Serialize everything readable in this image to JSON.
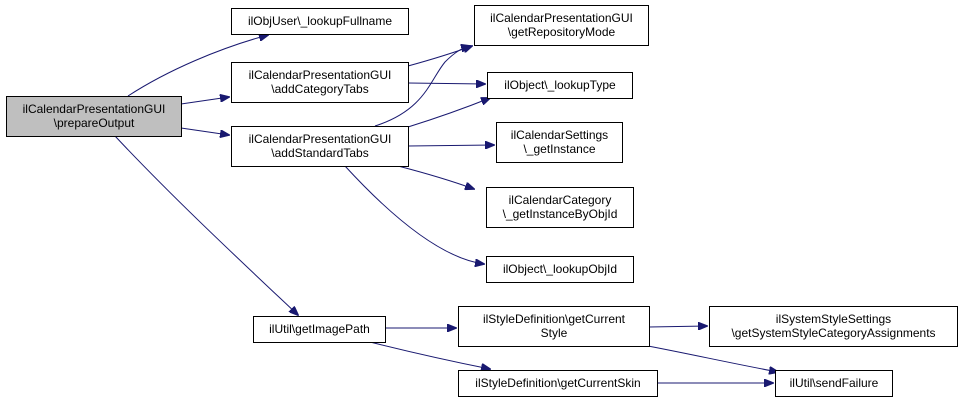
{
  "nodes": {
    "prepareOutput": {
      "lines": [
        "ilCalendarPresentationGUI",
        "\\prepareOutput"
      ],
      "root": true
    },
    "lookupFullname": {
      "lines": [
        "ilObjUser\\_lookupFullname"
      ]
    },
    "addCategoryTabs": {
      "lines": [
        "ilCalendarPresentationGUI",
        "\\addCategoryTabs"
      ]
    },
    "addStandardTabs": {
      "lines": [
        "ilCalendarPresentationGUI",
        "\\addStandardTabs"
      ]
    },
    "getRepositoryMode": {
      "lines": [
        "ilCalendarPresentationGUI",
        "\\getRepositoryMode"
      ]
    },
    "lookupType": {
      "lines": [
        "ilObject\\_lookupType"
      ]
    },
    "calSettingsGetInstance": {
      "lines": [
        "ilCalendarSettings",
        "\\_getInstance"
      ]
    },
    "getInstanceByObjId": {
      "lines": [
        "ilCalendarCategory",
        "\\_getInstanceByObjId"
      ]
    },
    "lookupObjId": {
      "lines": [
        "ilObject\\_lookupObjId"
      ]
    },
    "getImagePath": {
      "lines": [
        "ilUtil\\getImagePath"
      ]
    },
    "getCurrentStyle": {
      "lines": [
        "ilStyleDefinition\\getCurrent",
        "Style"
      ]
    },
    "getSystemStyleCategoryAssignments": {
      "lines": [
        "ilSystemStyleSettings",
        "\\getSystemStyleCategoryAssignments"
      ]
    },
    "getCurrentSkin": {
      "lines": [
        "ilStyleDefinition\\getCurrentSkin"
      ]
    },
    "sendFailure": {
      "lines": [
        "ilUtil\\sendFailure"
      ]
    }
  },
  "edges": [
    {
      "from": "prepareOutput",
      "to": "lookupFullname"
    },
    {
      "from": "prepareOutput",
      "to": "addCategoryTabs"
    },
    {
      "from": "prepareOutput",
      "to": "addStandardTabs"
    },
    {
      "from": "prepareOutput",
      "to": "getImagePath"
    },
    {
      "from": "addCategoryTabs",
      "to": "getRepositoryMode"
    },
    {
      "from": "addCategoryTabs",
      "to": "lookupType"
    },
    {
      "from": "addStandardTabs",
      "to": "getRepositoryMode"
    },
    {
      "from": "addStandardTabs",
      "to": "lookupType"
    },
    {
      "from": "addStandardTabs",
      "to": "calSettingsGetInstance"
    },
    {
      "from": "addStandardTabs",
      "to": "getInstanceByObjId"
    },
    {
      "from": "addStandardTabs",
      "to": "lookupObjId"
    },
    {
      "from": "getImagePath",
      "to": "getCurrentStyle"
    },
    {
      "from": "getImagePath",
      "to": "getCurrentSkin"
    },
    {
      "from": "getCurrentStyle",
      "to": "getSystemStyleCategoryAssignments"
    },
    {
      "from": "getCurrentStyle",
      "to": "sendFailure"
    },
    {
      "from": "getCurrentSkin",
      "to": "sendFailure"
    }
  ],
  "colors": {
    "edge": "#191970",
    "root_fill": "#bfbfbf",
    "node_fill": "#ffffff",
    "border": "#000000"
  }
}
